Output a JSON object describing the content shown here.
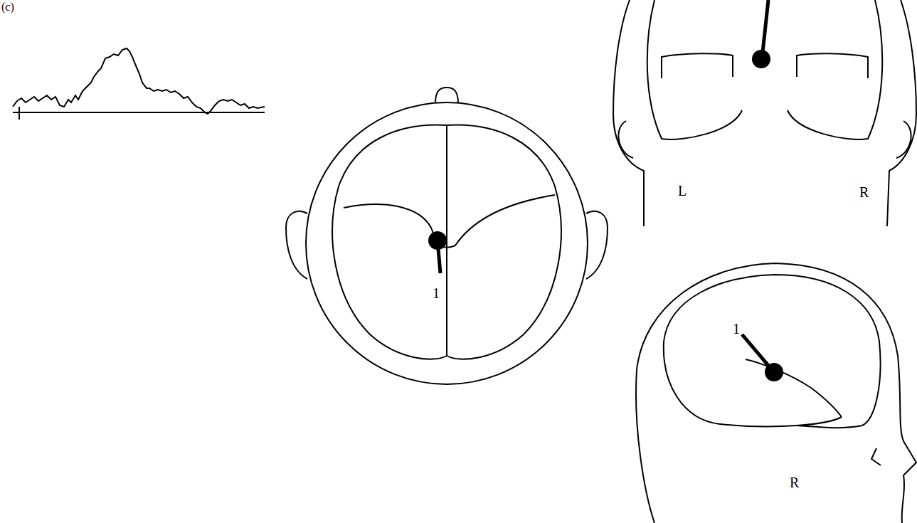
{
  "diagram": {
    "labels": [
      "(c)",
      "1",
      "L",
      "R",
      "1",
      "R"
    ]
  }
}
